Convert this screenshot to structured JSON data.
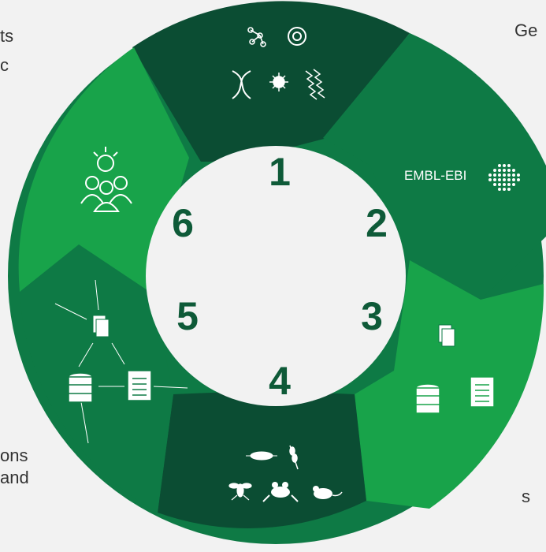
{
  "edge_text": {
    "top_left": "ts",
    "top_left_2": "c",
    "top_right": "Ge",
    "bottom_left": "ons",
    "bottom_left_2": "and",
    "bottom_right": "s"
  },
  "steps": [
    {
      "number": "1",
      "icons": [
        "network-icon",
        "target-icon",
        "dna-icon",
        "virus-icon",
        "protein-icon"
      ]
    },
    {
      "number": "2",
      "logo": "EMBL-EBI",
      "icons": [
        "embl-ebi-logo-icon"
      ]
    },
    {
      "number": "3",
      "icons": [
        "documents-icon",
        "database-icon",
        "document-icon"
      ]
    },
    {
      "number": "4",
      "icons": [
        "bacterium-icon",
        "wheat-icon",
        "fly-icon",
        "frog-icon",
        "mouse-icon"
      ]
    },
    {
      "number": "5",
      "icons": [
        "document-network-icon",
        "database-icon",
        "document-icon"
      ]
    },
    {
      "number": "6",
      "icons": [
        "community-idea-icon"
      ]
    }
  ],
  "colors": {
    "background": "#f2f2f2",
    "center": "#f2f2f2",
    "dark_green": "#0b4d33",
    "mid_green": "#0e7a45",
    "bright_green": "#109a46",
    "light_green": "#18a34a",
    "number_color": "#0e5a38",
    "icon_stroke": "#ffffff"
  }
}
